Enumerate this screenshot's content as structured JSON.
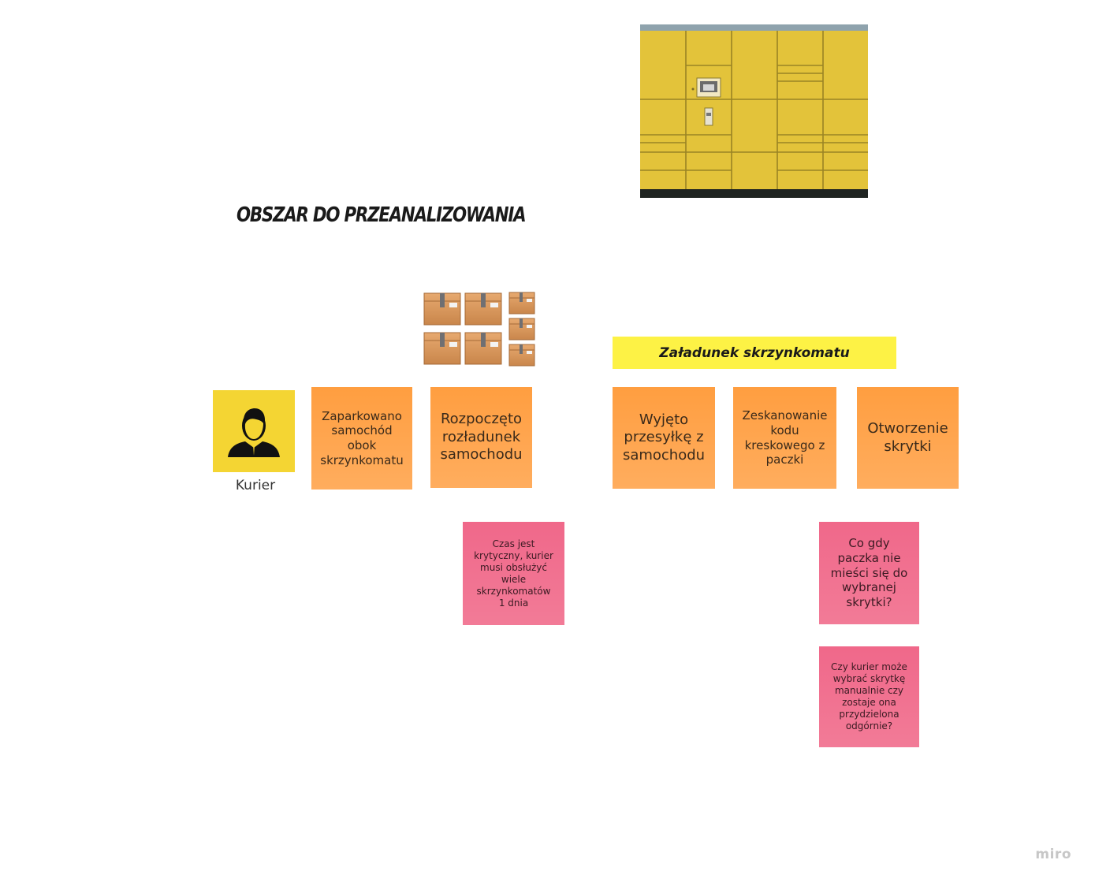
{
  "title": "Obszar do przeanalizowania",
  "band_label": "Załadunek skrzynkomatu",
  "actor": {
    "label": "Kurier",
    "icon": "person-icon"
  },
  "events": [
    "Zaparkowano samochód obok skrzynkomatu",
    "Rozpoczęto rozładunek samochodu",
    "Wyjęto przesyłkę z samochodu",
    "Zeskanowanie kodu kreskowego z paczki",
    "Otworzenie skrytki"
  ],
  "questions": [
    "Czas jest krytyczny, kurier musi obsłużyć wiele skrzynkomatów 1 dnia",
    "Co gdy paczka nie mieści się do wybranej skrytki?",
    "Czy kurier może wybrać skrytkę manualnie czy zostaje ona przydzielona odgórnie?"
  ],
  "images": {
    "locker": "parcel-locker-image",
    "boxes": "parcel-boxes-image"
  },
  "colors": {
    "event": "#ffa24d",
    "question": "#f27b97",
    "actor": "#f4d533",
    "band": "#fdf245"
  },
  "watermark": "miro"
}
